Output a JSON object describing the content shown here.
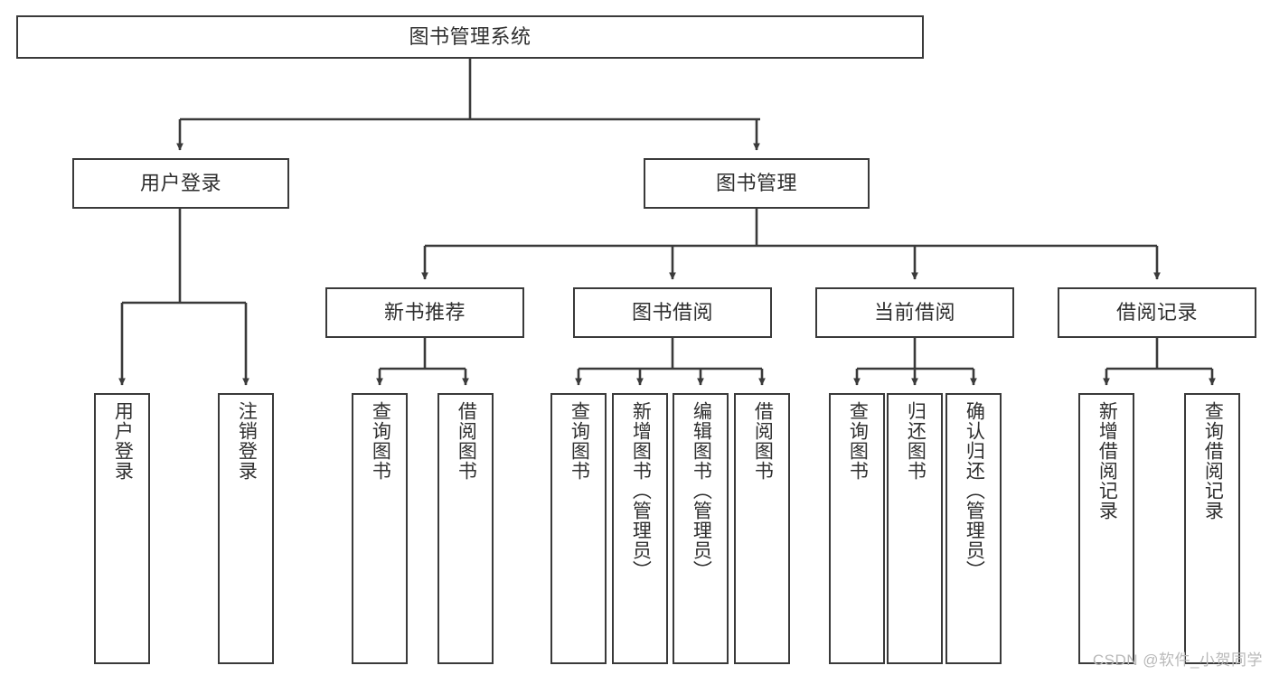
{
  "diagram": {
    "type": "tree",
    "title": "图书管理系统",
    "watermark": "CSDN @软件_小贺同学",
    "colors": {
      "background": "#ffffff",
      "stroke": "#3a3a3a",
      "text": "#2f2f2f",
      "watermark": "#b9b9b9"
    },
    "root": {
      "label": "图书管理系统"
    },
    "level2": [
      {
        "label": "用户登录"
      },
      {
        "label": "图书管理"
      }
    ],
    "level3": [
      {
        "label": "新书推荐"
      },
      {
        "label": "图书借阅"
      },
      {
        "label": "当前借阅"
      },
      {
        "label": "借阅记录"
      }
    ],
    "leaves": {
      "user_login": [
        {
          "label": "用户登录"
        },
        {
          "label": "注销登录"
        }
      ],
      "new_book_recommend": [
        {
          "label": "查询图书"
        },
        {
          "label": "借阅图书"
        }
      ],
      "book_borrow": [
        {
          "label": "查询图书"
        },
        {
          "label": "新增图书（管理员）"
        },
        {
          "label": "编辑图书（管理员）"
        },
        {
          "label": "借阅图书"
        }
      ],
      "current_borrow": [
        {
          "label": "查询图书"
        },
        {
          "label": "归还图书"
        },
        {
          "label": "确认归还（管理员）"
        }
      ],
      "borrow_record": [
        {
          "label": "新增借阅记录"
        },
        {
          "label": "查询借阅记录"
        }
      ]
    }
  }
}
